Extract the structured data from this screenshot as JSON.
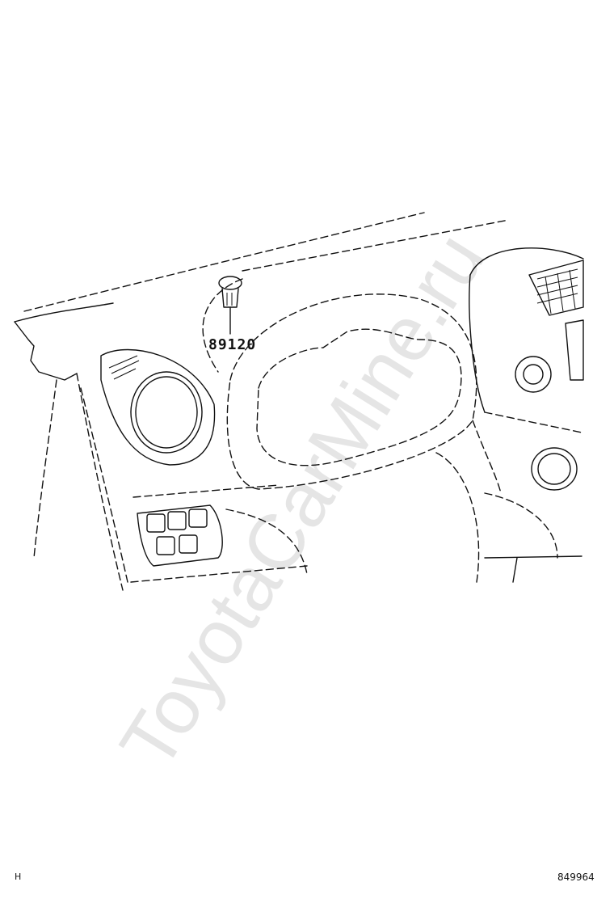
{
  "diagram": {
    "part_number": "89120",
    "corner_left": "H",
    "figure_id": "849964",
    "watermark": "ToyotaCarMine.ru"
  },
  "colors": {
    "line": "#111111",
    "background": "#ffffff"
  }
}
